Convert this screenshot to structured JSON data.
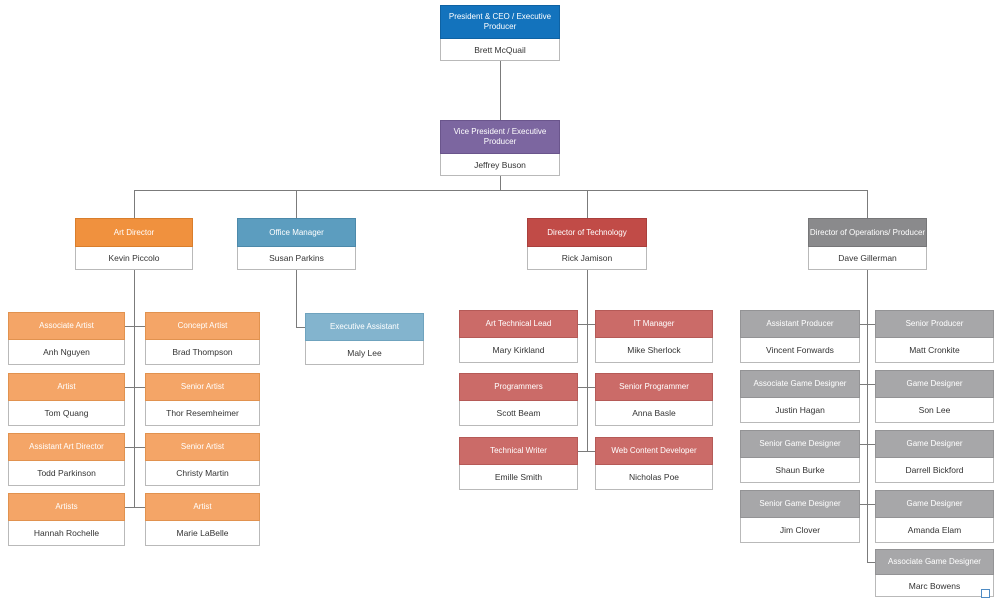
{
  "chart": {
    "type": "org-chart",
    "palettes": {
      "blue": {
        "bg": "#1373BD",
        "border": "#0E62A3"
      },
      "purple": {
        "bg": "#7C66A0",
        "border": "#6A558C"
      },
      "orange": {
        "bg": "#F0913E",
        "border": "#D97E2C"
      },
      "orange-light": {
        "bg": "#F4A567",
        "border": "#E1924F"
      },
      "teal": {
        "bg": "#5C9DBF",
        "border": "#4C89AA"
      },
      "teal-light": {
        "bg": "#83B4CE",
        "border": "#6FA3BE"
      },
      "red": {
        "bg": "#C14B47",
        "border": "#A93F3C"
      },
      "red-light": {
        "bg": "#CB6B68",
        "border": "#B55A57"
      },
      "gray": {
        "bg": "#8A8A8C",
        "border": "#767678"
      },
      "gray-light": {
        "bg": "#A7A7A9",
        "border": "#939395"
      }
    },
    "line_color": "#7b7b7b",
    "handle_color": "#4e8bc4",
    "nodes": [
      {
        "id": "ceo",
        "title": "President & CEO / Executive Producer",
        "name": "Brett McQuail",
        "palette": "blue"
      },
      {
        "id": "vp",
        "title": "Vice President / Executive Producer",
        "name": "Jeffrey Buson",
        "palette": "purple"
      },
      {
        "id": "art",
        "title": "Art Director",
        "name": "Kevin Piccolo",
        "palette": "orange"
      },
      {
        "id": "office",
        "title": "Office Manager",
        "name": "Susan Parkins",
        "palette": "teal"
      },
      {
        "id": "tech",
        "title": "Director of Technology",
        "name": "Rick Jamison",
        "palette": "red"
      },
      {
        "id": "ops",
        "title": "Director of Operations/ Producer",
        "name": "Dave Gillerman",
        "palette": "gray"
      },
      {
        "id": "a1",
        "title": "Associate Artist",
        "name": "Anh Nguyen",
        "palette": "orange-light"
      },
      {
        "id": "a2",
        "title": "Concept Artist",
        "name": "Brad Thompson",
        "palette": "orange-light"
      },
      {
        "id": "a3",
        "title": "Artist",
        "name": "Tom Quang",
        "palette": "orange-light"
      },
      {
        "id": "a4",
        "title": "Senior Artist",
        "name": "Thor Resemheimer",
        "palette": "orange-light"
      },
      {
        "id": "a5",
        "title": "Assistant Art Director",
        "name": "Todd Parkinson",
        "palette": "orange-light"
      },
      {
        "id": "a6",
        "title": "Senior Artist",
        "name": "Christy Martin",
        "palette": "orange-light"
      },
      {
        "id": "a7",
        "title": "Artists",
        "name": "Hannah Rochelle",
        "palette": "orange-light"
      },
      {
        "id": "a8",
        "title": "Artist",
        "name": "Marie LaBelle",
        "palette": "orange-light"
      },
      {
        "id": "ea",
        "title": "Executive Assistant",
        "name": "Maly Lee",
        "palette": "teal-light"
      },
      {
        "id": "t1",
        "title": "Art Technical Lead",
        "name": "Mary Kirkland",
        "palette": "red-light"
      },
      {
        "id": "t2",
        "title": "IT Manager",
        "name": "Mike Sherlock",
        "palette": "red-light"
      },
      {
        "id": "t3",
        "title": "Programmers",
        "name": "Scott Beam",
        "palette": "red-light"
      },
      {
        "id": "t4",
        "title": "Senior Programmer",
        "name": "Anna Basle",
        "palette": "red-light"
      },
      {
        "id": "t5",
        "title": "Technical Writer",
        "name": "Emille Smith",
        "palette": "red-light"
      },
      {
        "id": "t6",
        "title": "Web Content Developer",
        "name": "Nicholas Poe",
        "palette": "red-light"
      },
      {
        "id": "o1",
        "title": "Assistant Producer",
        "name": "Vincent Fonwards",
        "palette": "gray-light"
      },
      {
        "id": "o2",
        "title": "Senior Producer",
        "name": "Matt Cronkite",
        "palette": "gray-light"
      },
      {
        "id": "o3",
        "title": "Associate Game Designer",
        "name": "Justin Hagan",
        "palette": "gray-light"
      },
      {
        "id": "o4",
        "title": "Game Designer",
        "name": "Son Lee",
        "palette": "gray-light"
      },
      {
        "id": "o5",
        "title": "Senior Game Designer",
        "name": "Shaun Burke",
        "palette": "gray-light"
      },
      {
        "id": "o6",
        "title": "Game Designer",
        "name": "Darrell Bickford",
        "palette": "gray-light"
      },
      {
        "id": "o7",
        "title": "Senior Game Designer",
        "name": "Jim Clover",
        "palette": "gray-light"
      },
      {
        "id": "o8",
        "title": "Game Designer",
        "name": "Amanda Elam",
        "palette": "gray-light"
      },
      {
        "id": "o9",
        "title": "Associate Game Designer",
        "name": "Marc Bowens",
        "palette": "gray-light"
      }
    ]
  }
}
